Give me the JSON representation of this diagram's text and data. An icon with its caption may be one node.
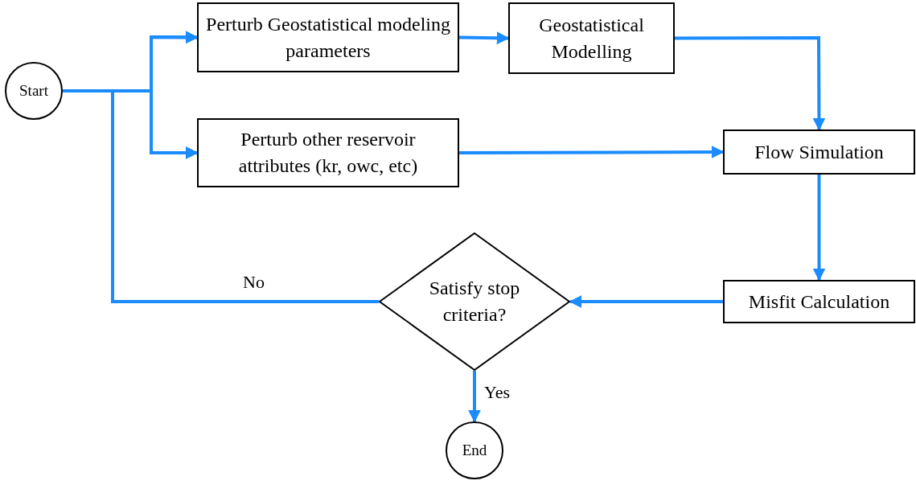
{
  "diagram": {
    "nodes": [
      {
        "text": [
          "Start"
        ]
      },
      {
        "text": [
          "Perturb Geostatistical modeling parameters"
        ]
      },
      {
        "text": [
          "Geostatistical Modelling"
        ]
      },
      {
        "text": [
          "Perturb other reservoir attributes (kr, owc, etc)"
        ]
      },
      {
        "text": [
          "Flow Simulation"
        ]
      },
      {
        "text": [
          "Misfit Calculation"
        ]
      },
      {
        "text": [
          "Satisfy stop criteria?"
        ]
      },
      {
        "text": [
          "End"
        ]
      }
    ],
    "edges": [
      {
        "from": 0,
        "to": 1,
        "arrow": "to"
      },
      {
        "from": 0,
        "to": 3,
        "arrow": "to"
      },
      {
        "from": 1,
        "to": 2,
        "arrow": "to"
      },
      {
        "from": 2,
        "to": 4,
        "arrow": "to"
      },
      {
        "from": 3,
        "to": 4,
        "arrow": "to"
      },
      {
        "from": 4,
        "to": 5,
        "arrow": "to"
      },
      {
        "from": 5,
        "to": 6,
        "arrow": "to"
      },
      {
        "from": 6,
        "to": 1,
        "label": "No",
        "arrow": "to"
      },
      {
        "from": 6,
        "to": 3,
        "arrow": "to"
      },
      {
        "from": 6,
        "to": 7,
        "label": "Yes",
        "arrow": "to"
      }
    ]
  }
}
